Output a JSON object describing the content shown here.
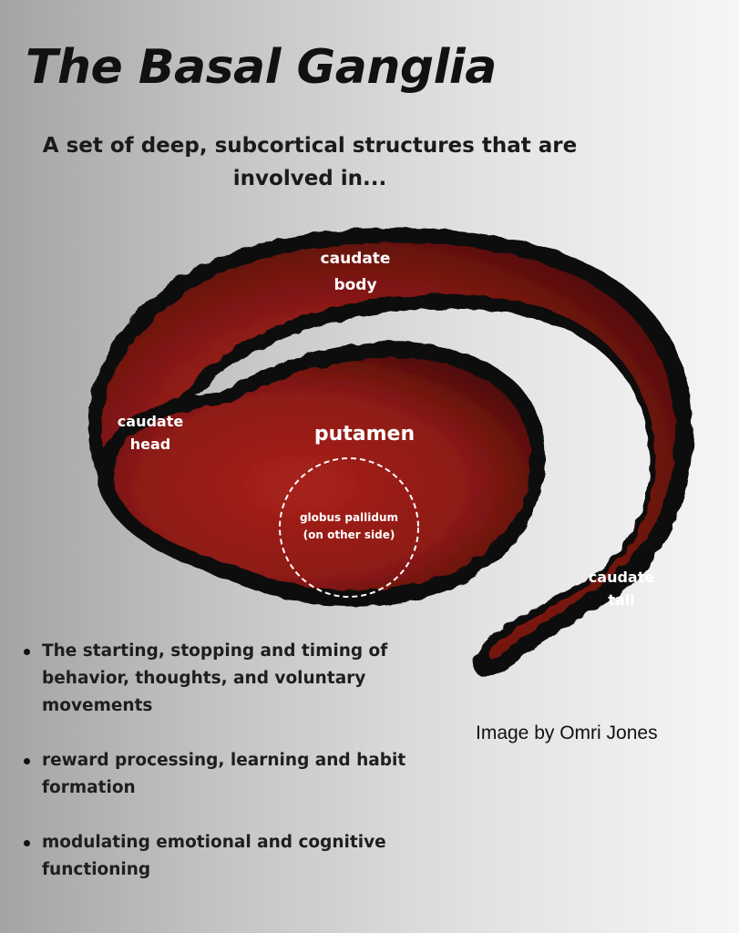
{
  "title": "The Basal Ganglia",
  "subtitle": "A set of deep, subcortical structures that are involved in...",
  "labels": {
    "caudate_body_1": "caudate",
    "caudate_body_2": "body",
    "caudate_head_1": "caudate",
    "caudate_head_2": "head",
    "putamen": "putamen",
    "globus_1": "globus pallidum",
    "globus_2": "(on other side)",
    "caudate_tail_1": "caudate",
    "caudate_tail_2": "tail"
  },
  "bullets": [
    "The starting, stopping and timing of behavior,  thoughts, and voluntary movements",
    "reward processing, learning and habit formation",
    "modulating emotional and cognitive functioning"
  ],
  "credit": "Image by Omri Jones",
  "colors": {
    "structure_red": "#9a1c17",
    "structure_dark": "#2a0606",
    "outline": "#0e0a08"
  }
}
